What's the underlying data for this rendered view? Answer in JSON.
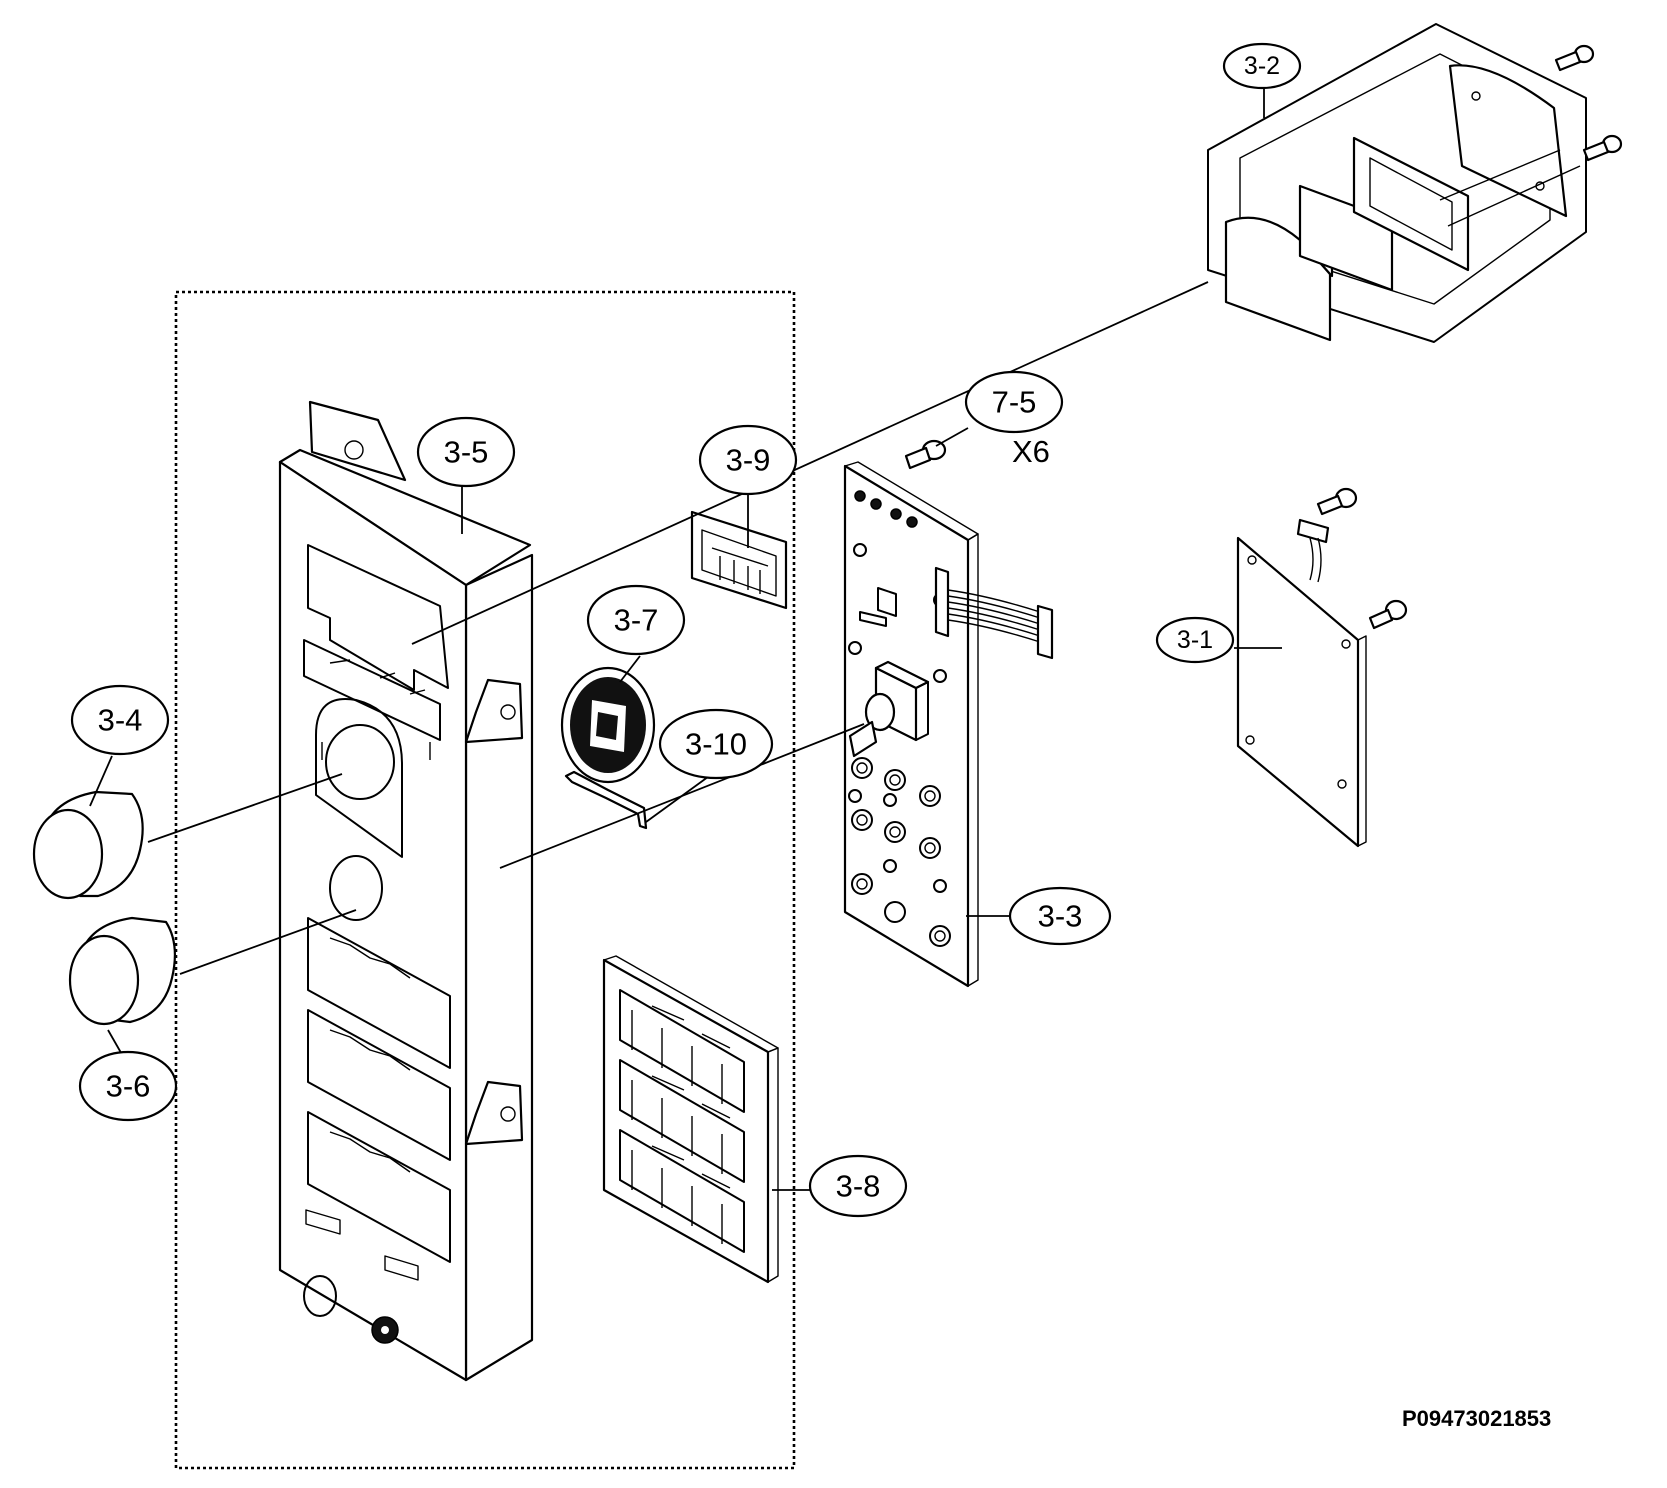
{
  "callouts": [
    {
      "id": "3-1",
      "label": "3-1"
    },
    {
      "id": "3-2",
      "label": "3-2"
    },
    {
      "id": "3-3",
      "label": "3-3"
    },
    {
      "id": "3-4",
      "label": "3-4"
    },
    {
      "id": "3-5",
      "label": "3-5"
    },
    {
      "id": "3-6",
      "label": "3-6"
    },
    {
      "id": "3-7",
      "label": "3-7"
    },
    {
      "id": "3-8",
      "label": "3-8"
    },
    {
      "id": "3-9",
      "label": "3-9"
    },
    {
      "id": "3-10",
      "label": "3-10"
    },
    {
      "id": "7-5",
      "label": "7-5"
    }
  ],
  "quantity_note": "X6",
  "diagram_code": "P09473021853"
}
